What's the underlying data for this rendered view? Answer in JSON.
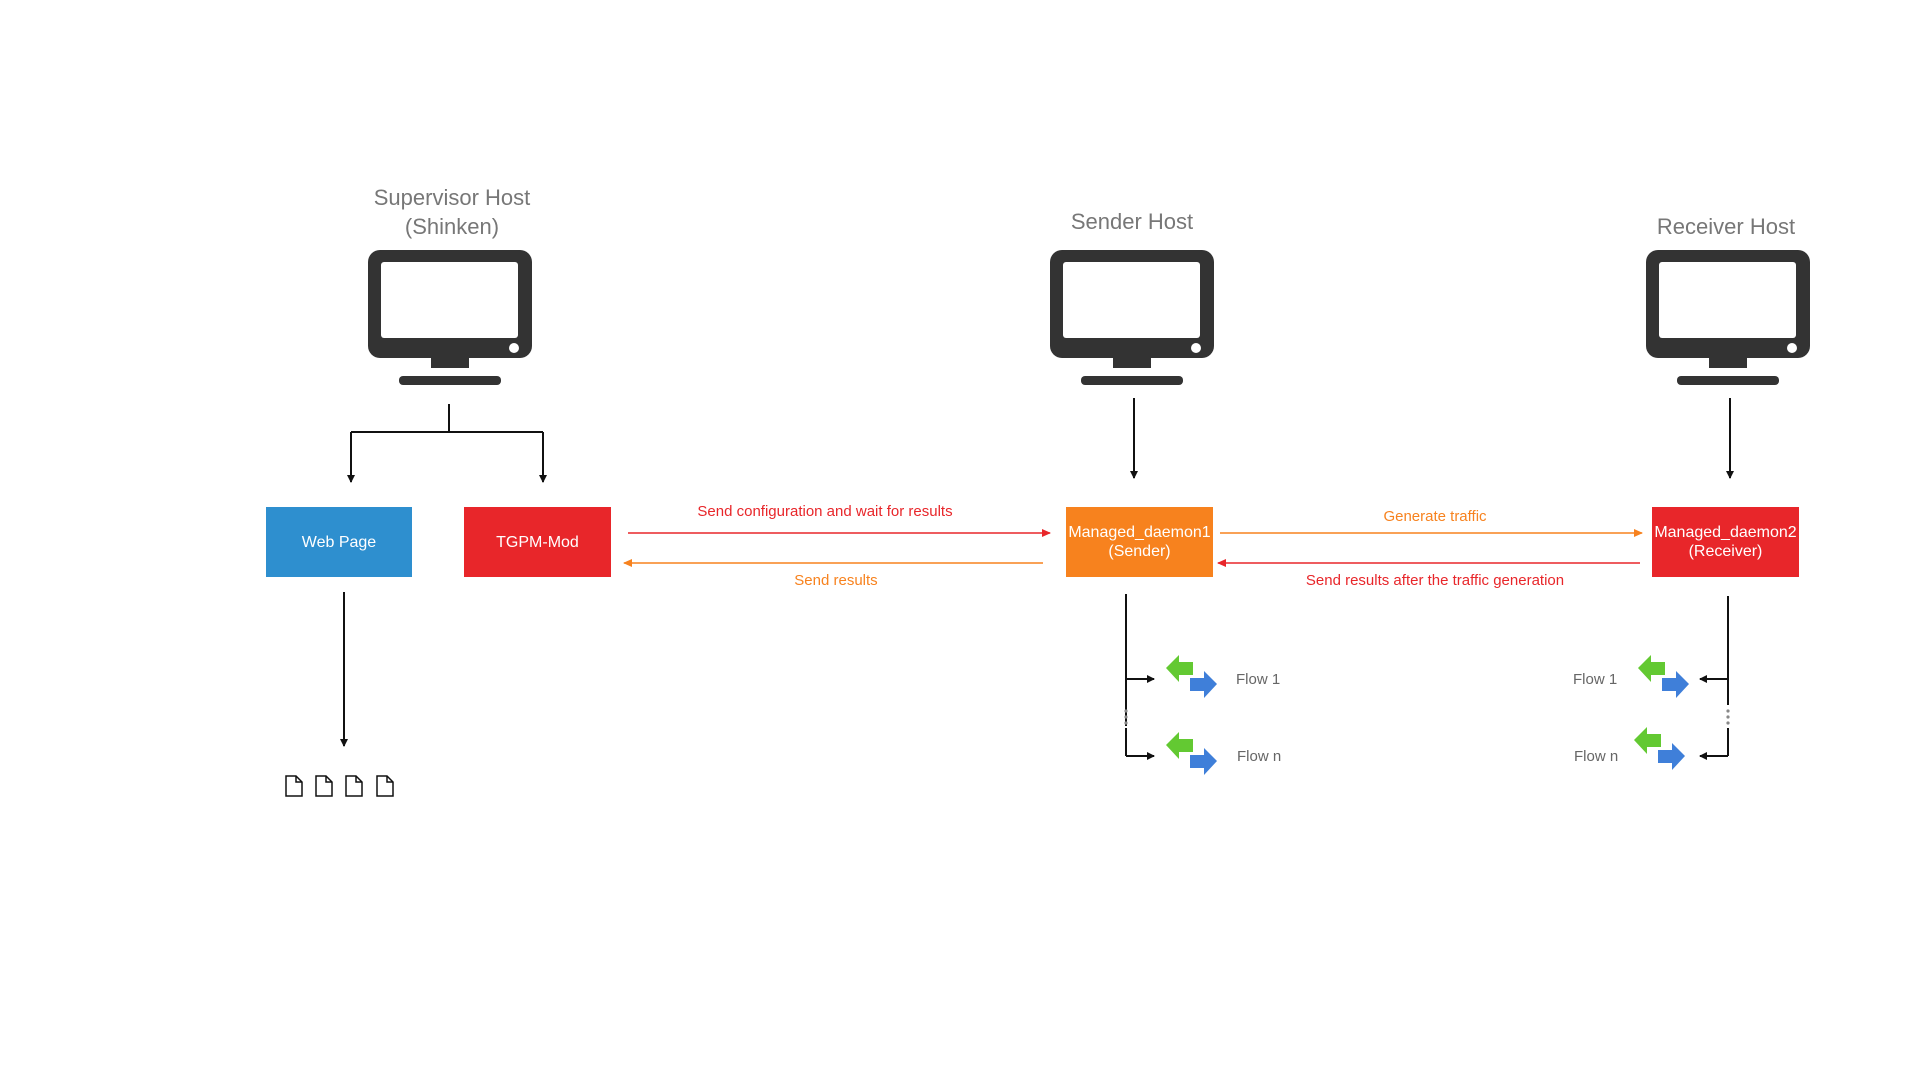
{
  "colors": {
    "monitor": "#333333",
    "blue_box": "#2e8fcf",
    "red_box": "#e8262a",
    "orange_box": "#f7821e",
    "red_arrow": "#e8262a",
    "orange_arrow": "#f7821e",
    "flow_green": "#63c932",
    "flow_blue": "#3f7fd9",
    "title_text": "#777777"
  },
  "hosts": {
    "supervisor": {
      "title_line1": "Supervisor Host",
      "title_line2": "(Shinken)"
    },
    "sender": {
      "title": "Sender Host"
    },
    "receiver": {
      "title": "Receiver Host"
    }
  },
  "nodes": {
    "web_page": {
      "label": "Web Page"
    },
    "tgpm_mod": {
      "label": "TGPM-Mod"
    },
    "daemon1": {
      "line1": "Managed_daemon1",
      "line2": "(Sender)"
    },
    "daemon2": {
      "line1": "Managed_daemon2",
      "line2": "(Receiver)"
    }
  },
  "edges": {
    "send_config": "Send configuration and wait for results",
    "send_results": "Send results",
    "generate_traffic": "Generate traffic",
    "send_results_after": "Send results after the traffic generation"
  },
  "flows": {
    "sender": {
      "first": "Flow 1",
      "last": "Flow n"
    },
    "receiver": {
      "first": "Flow 1",
      "last": "Flow n"
    }
  },
  "documents_count": 4
}
